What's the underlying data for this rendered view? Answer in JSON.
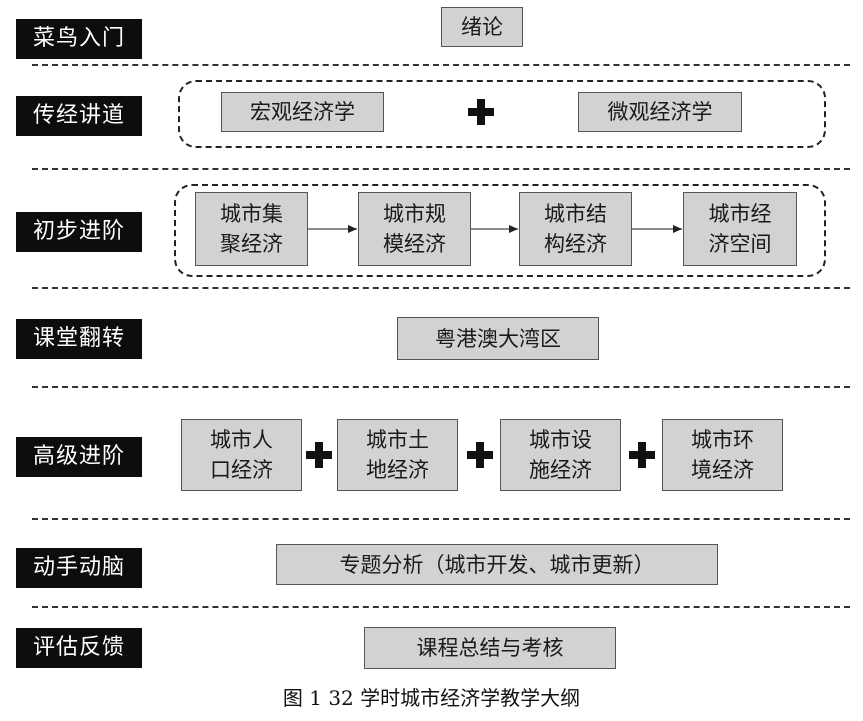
{
  "stages": [
    {
      "label": "菜鸟入门",
      "boxes": [
        [
          "绪论"
        ]
      ]
    },
    {
      "label": "传经讲道",
      "boxes": [
        [
          "宏观经济学"
        ],
        [
          "微观经济学"
        ]
      ]
    },
    {
      "label": "初步进阶",
      "boxes": [
        [
          "城市集",
          "聚经济"
        ],
        [
          "城市规",
          "模经济"
        ],
        [
          "城市结",
          "构经济"
        ],
        [
          "城市经",
          "济空间"
        ]
      ]
    },
    {
      "label": "课堂翻转",
      "boxes": [
        [
          "粤港澳大湾区"
        ]
      ]
    },
    {
      "label": "高级进阶",
      "boxes": [
        [
          "城市人",
          "口经济"
        ],
        [
          "城市土",
          "地经济"
        ],
        [
          "城市设",
          "施经济"
        ],
        [
          "城市环",
          "境经济"
        ]
      ]
    },
    {
      "label": "动手动脑",
      "boxes": [
        [
          "专题分析（城市开发、城市更新）"
        ]
      ]
    },
    {
      "label": "评估反馈",
      "boxes": [
        [
          "课程总结与考核"
        ]
      ]
    }
  ],
  "caption": "图 1   32 学时城市经济学教学大纲",
  "colors": {
    "label_bg": "#0d0d0d",
    "box_bg": "#d2d2d2",
    "box_border": "#555555"
  }
}
